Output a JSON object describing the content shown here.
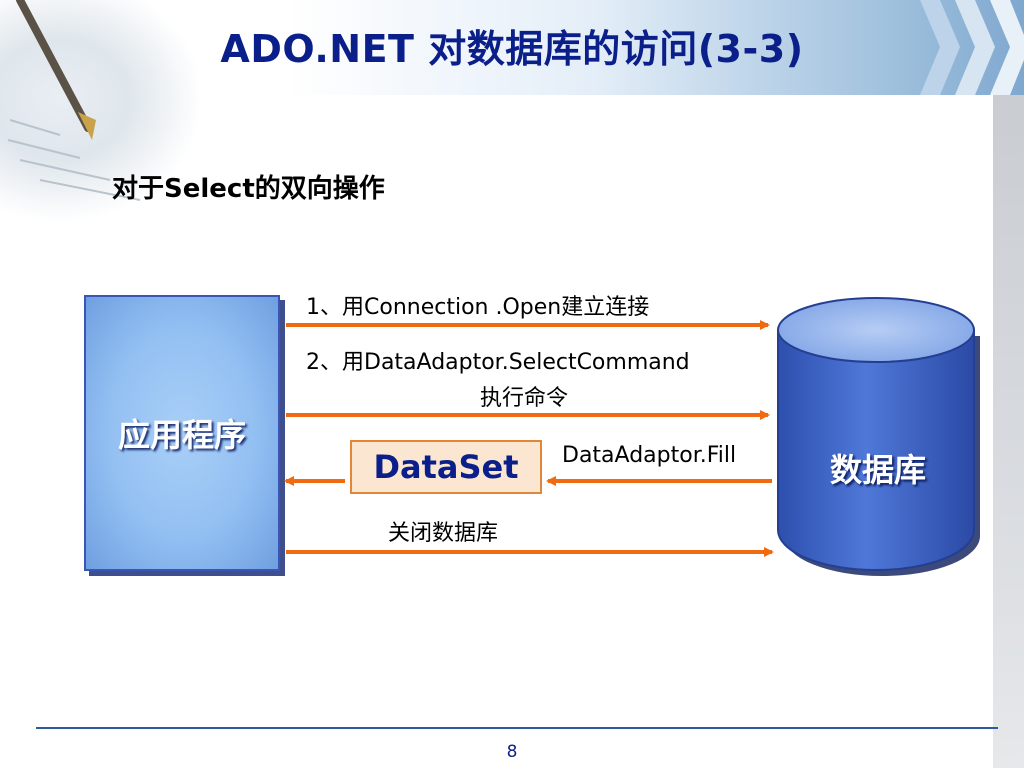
{
  "slide": {
    "title": "ADO.NET 对数据库的访问(3-3)",
    "subtitle": "对于Select的双向操作",
    "page_number": "8"
  },
  "diagram": {
    "app_label": "应用程序",
    "db_label": "数据库",
    "dataset_label": "DataSet",
    "steps": {
      "step1": "1、用Connection .Open建立连接",
      "step2_line1": "2、用DataAdaptor.SelectCommand",
      "step2_line2": "执行命令",
      "fill": "DataAdaptor.Fill",
      "close": "关闭数据库"
    }
  },
  "colors": {
    "title": "#0b1f8a",
    "arrow": "#f06a12",
    "app_box": "#92bff2",
    "db_cylinder": "#3c62c4",
    "dataset_fill": "#fbe6d2"
  }
}
